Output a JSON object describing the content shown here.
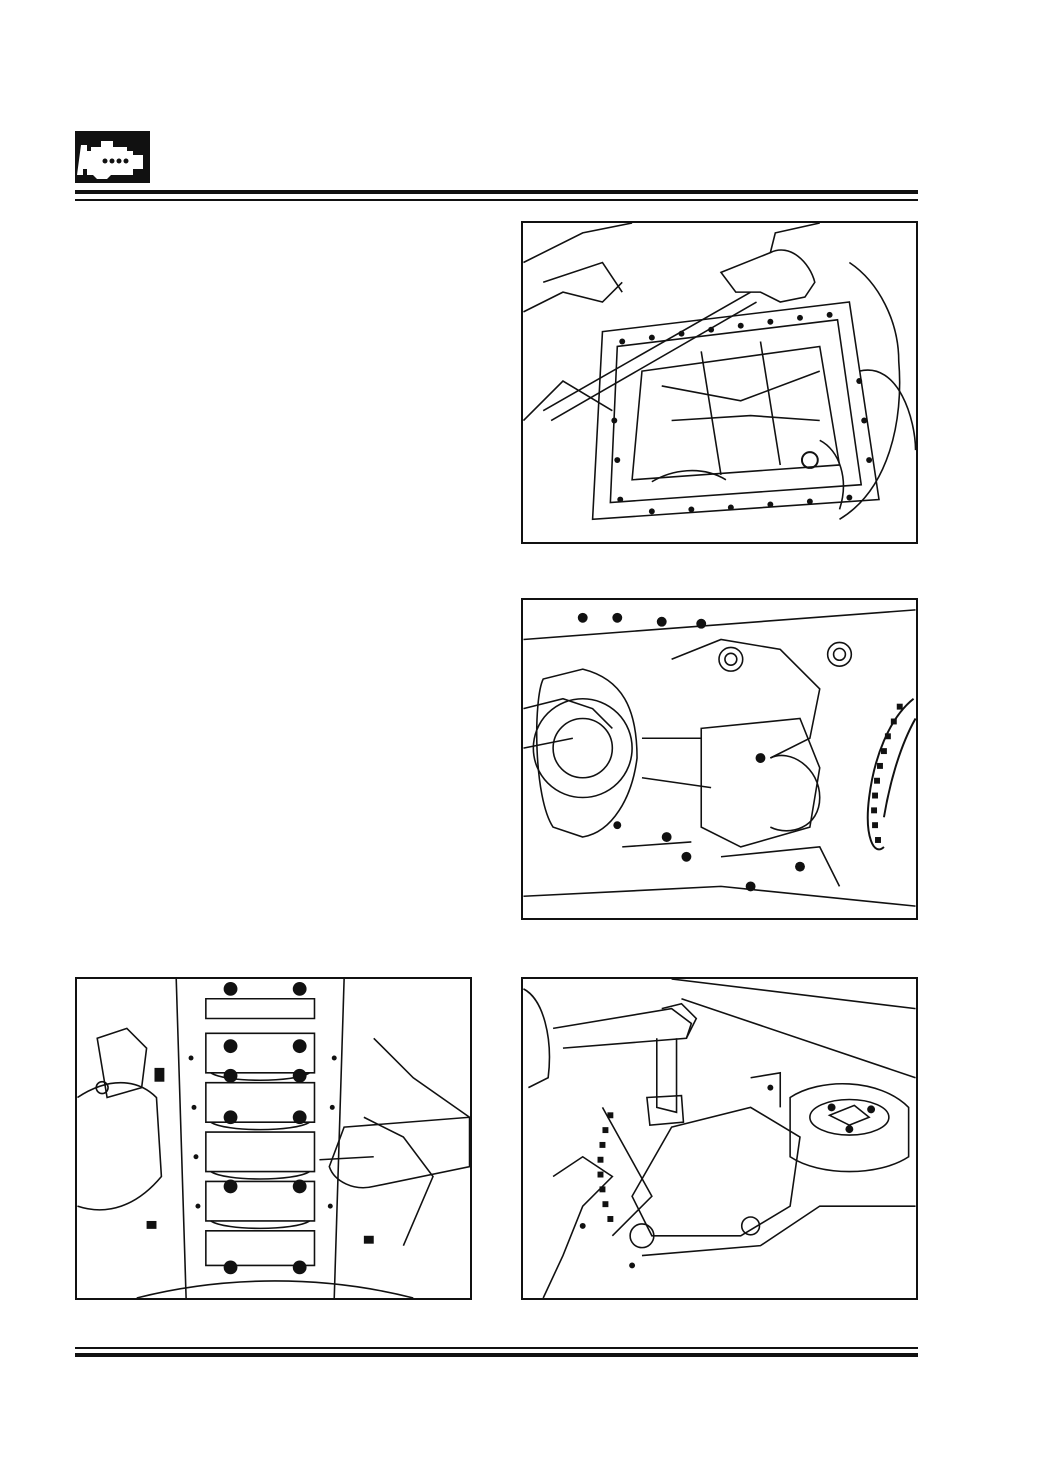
{
  "header": {
    "logo_icon": "engine-icon"
  },
  "figures": [
    {
      "id": "fig-1",
      "icon": "oil-sump-bolts-illustration"
    },
    {
      "id": "fig-2",
      "icon": "oil-pump-sprocket-illustration"
    },
    {
      "id": "fig-3",
      "icon": "main-bearing-caps-illustration"
    },
    {
      "id": "fig-4",
      "icon": "torque-wrench-oil-pump-illustration"
    }
  ],
  "colors": {
    "ink": "#111111",
    "paper": "#ffffff"
  }
}
